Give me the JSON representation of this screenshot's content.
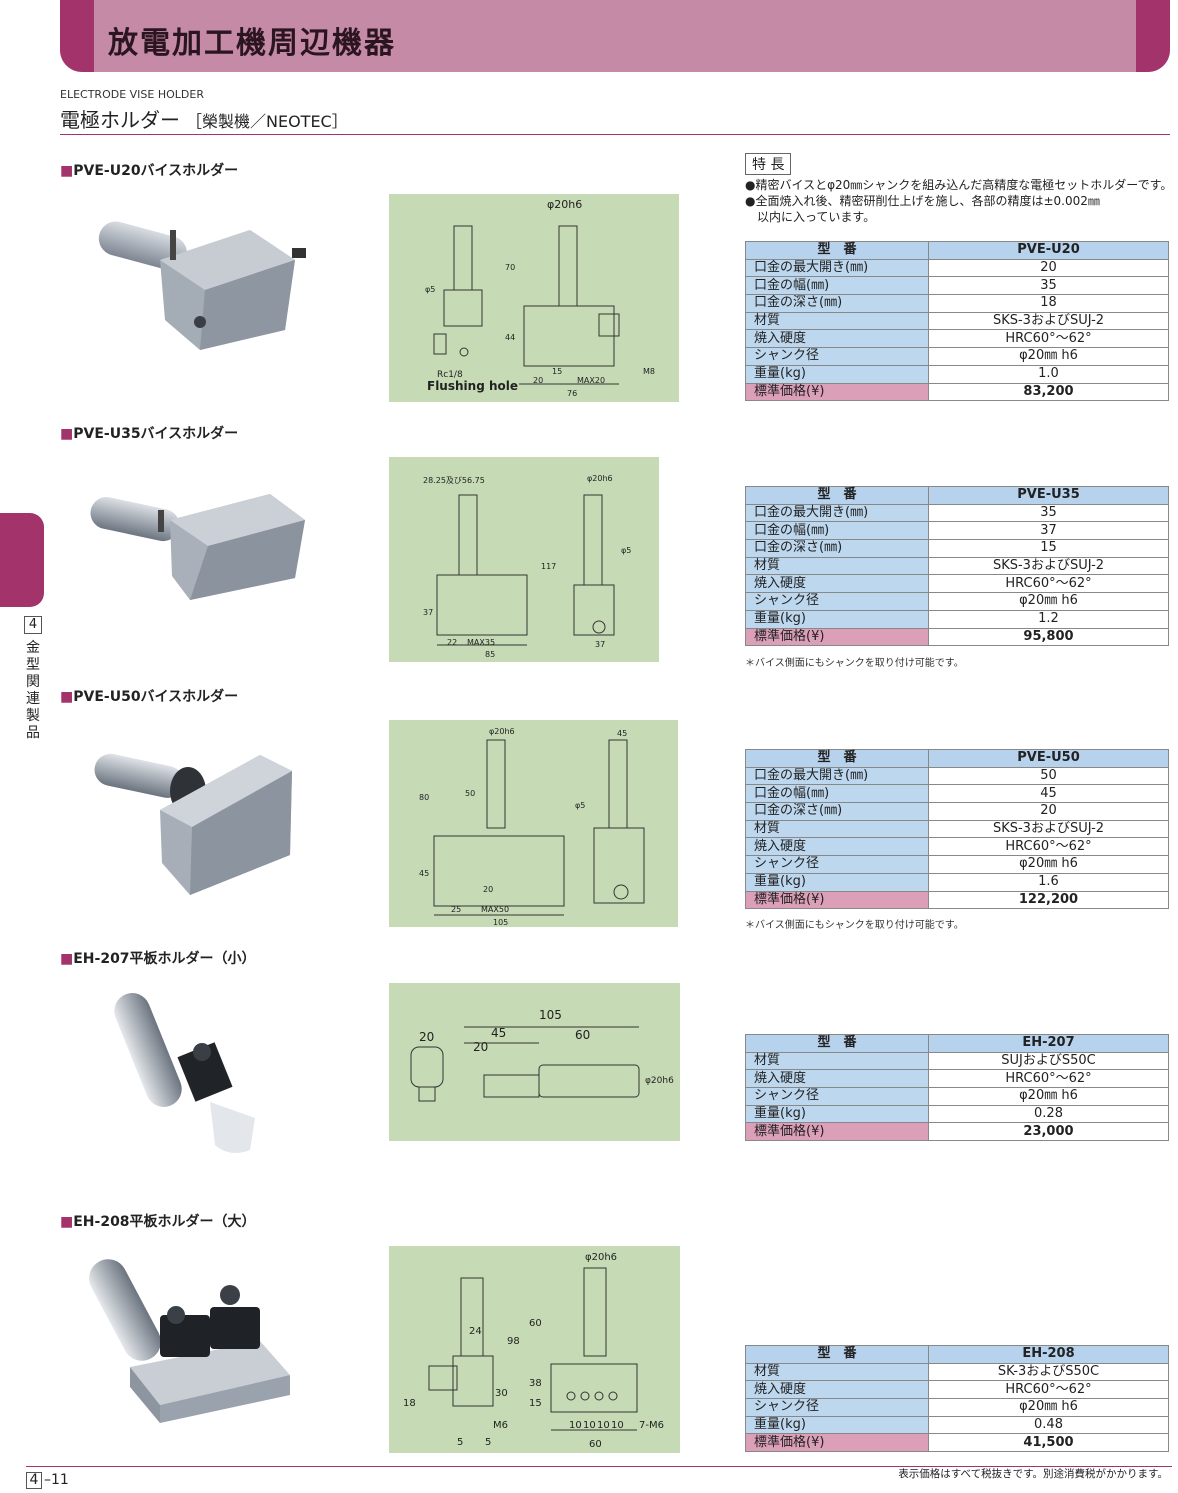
{
  "header": {
    "title": "放電加工機周辺機器"
  },
  "subtitle": {
    "en": "ELECTRODE VISE HOLDER",
    "jp": "電極ホルダー",
    "maker": "［榮製機／NEOTEC］"
  },
  "side": {
    "num": "4",
    "label": "金型関連製品"
  },
  "features": {
    "tag": "特 長",
    "lines": [
      "●精密バイスとφ20㎜シャンクを組み込んだ高精度な電極セットホルダーです。",
      "●全面焼入れ後、精密研削仕上げを施し、各部の精度は±0.002㎜",
      "　以内に入っています。"
    ]
  },
  "sections": [
    {
      "title": "PVE-U20バイスホルダー",
      "drawing_labels": [
        "φ20h6",
        "φ5",
        "70",
        "44",
        "Rc1/8",
        "Flushing hole",
        "15",
        "20",
        "MAX20",
        "76",
        "M8"
      ],
      "spec": [
        [
          "型　番",
          "PVE-U20"
        ],
        [
          "口金の最大開き(㎜)",
          "20"
        ],
        [
          "口金の幅(㎜)",
          "35"
        ],
        [
          "口金の深さ(㎜)",
          "18"
        ],
        [
          "材質",
          "SKS-3およびSUJ-2"
        ],
        [
          "焼入硬度",
          "HRC60°～62°"
        ],
        [
          "シャンク径",
          "φ20㎜ h6"
        ],
        [
          "重量(kg)",
          "1.0"
        ],
        [
          "標準価格(¥)",
          "83,200"
        ]
      ],
      "note": ""
    },
    {
      "title": "PVE-U35バイスホルダー",
      "drawing_labels": [
        "28.25及び56.75",
        "φ20h6",
        "φ5",
        "117",
        "37",
        "22",
        "MAX35",
        "85",
        "37"
      ],
      "spec": [
        [
          "型　番",
          "PVE-U35"
        ],
        [
          "口金の最大開き(㎜)",
          "35"
        ],
        [
          "口金の幅(㎜)",
          "37"
        ],
        [
          "口金の深さ(㎜)",
          "15"
        ],
        [
          "材質",
          "SKS-3およびSUJ-2"
        ],
        [
          "焼入硬度",
          "HRC60°～62°"
        ],
        [
          "シャンク径",
          "φ20㎜ h6"
        ],
        [
          "重量(kg)",
          "1.2"
        ],
        [
          "標準価格(¥)",
          "95,800"
        ]
      ],
      "note": "＊バイス側面にもシャンクを取り付け可能です。"
    },
    {
      "title": "PVE-U50バイスホルダー",
      "drawing_labels": [
        "φ20h6",
        "45",
        "80",
        "50",
        "φ5",
        "45",
        "20",
        "25",
        "MAX50",
        "105"
      ],
      "spec": [
        [
          "型　番",
          "PVE-U50"
        ],
        [
          "口金の最大開き(㎜)",
          "50"
        ],
        [
          "口金の幅(㎜)",
          "45"
        ],
        [
          "口金の深さ(㎜)",
          "20"
        ],
        [
          "材質",
          "SKS-3およびSUJ-2"
        ],
        [
          "焼入硬度",
          "HRC60°～62°"
        ],
        [
          "シャンク径",
          "φ20㎜ h6"
        ],
        [
          "重量(kg)",
          "1.6"
        ],
        [
          "標準価格(¥)",
          "122,200"
        ]
      ],
      "note": "＊バイス側面にもシャンクを取り付け可能です。"
    },
    {
      "title": "EH-207平板ホルダー（小）",
      "drawing_labels": [
        "105",
        "20",
        "45",
        "60",
        "20",
        "φ20h6"
      ],
      "spec": [
        [
          "型　番",
          "EH-207"
        ],
        [
          "材質",
          "SUJおよびS50C"
        ],
        [
          "焼入硬度",
          "HRC60°～62°"
        ],
        [
          "シャンク径",
          "φ20㎜ h6"
        ],
        [
          "重量(kg)",
          "0.28"
        ],
        [
          "標準価格(¥)",
          "23,000"
        ]
      ],
      "note": ""
    },
    {
      "title": "EH-208平板ホルダー（大）",
      "drawing_labels": [
        "φ20h6",
        "24",
        "98",
        "60",
        "38",
        "15",
        "18",
        "30",
        "M6",
        "5",
        "5",
        "10",
        "10",
        "10",
        "10",
        "7-M6",
        "60"
      ],
      "spec": [
        [
          "型　番",
          "EH-208"
        ],
        [
          "材質",
          "SK-3およびS50C"
        ],
        [
          "焼入硬度",
          "HRC60°～62°"
        ],
        [
          "シャンク径",
          "φ20㎜ h6"
        ],
        [
          "重量(kg)",
          "0.48"
        ],
        [
          "標準価格(¥)",
          "41,500"
        ]
      ],
      "note": ""
    }
  ],
  "footer": {
    "page_box": "4",
    "page": "–11",
    "note": "表示価格はすべて税抜きです。別途消費税がかかります。"
  },
  "colors": {
    "accent": "#a3336b",
    "banner": "#c58aa6",
    "drawing_bg": "#c6dbb5",
    "table_head": "#b7d2ec",
    "price_row": "#dba0b8"
  }
}
